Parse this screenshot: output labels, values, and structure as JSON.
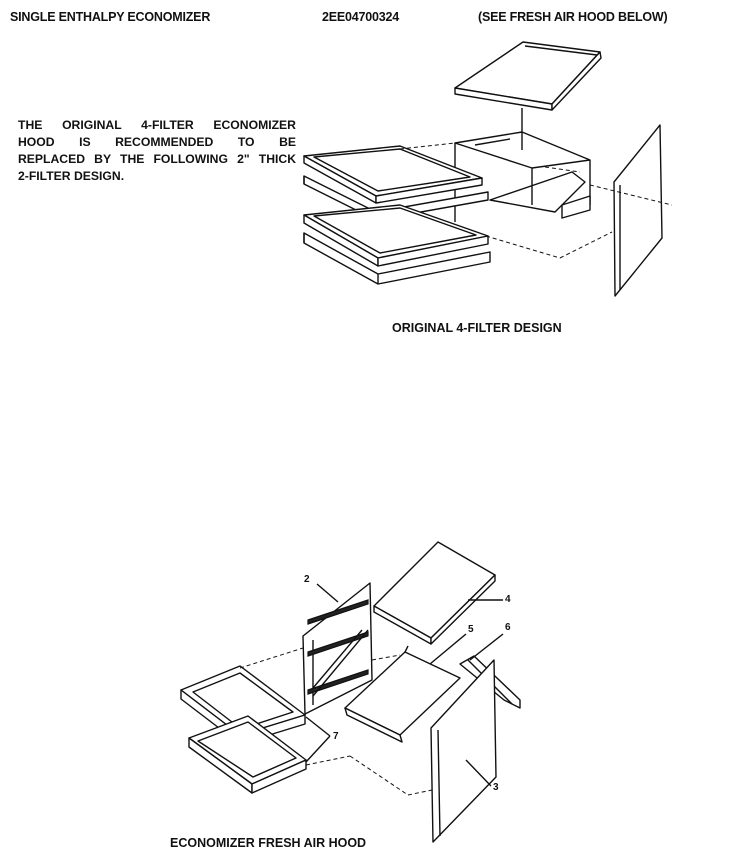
{
  "header": {
    "title": "SINGLE ENTHALPY ECONOMIZER",
    "part_number": "2EE04700324",
    "note": "(SEE FRESH AIR HOOD BELOW)"
  },
  "recommendation": {
    "lines": [
      "THE ORIGINAL 4-FILTER ECONOMIZER",
      "HOOD IS RECOMMENDED TO BE",
      "REPLACED BY THE FOLLOWING 2\" THICK",
      "2-FILTER DESIGN."
    ]
  },
  "diagram_top": {
    "caption": "ORIGINAL 4-FILTER DESIGN"
  },
  "diagram_bottom": {
    "caption": "ECONOMIZER FRESH AIR HOOD",
    "callouts": [
      "2",
      "4",
      "5",
      "6",
      "7",
      "3"
    ]
  }
}
